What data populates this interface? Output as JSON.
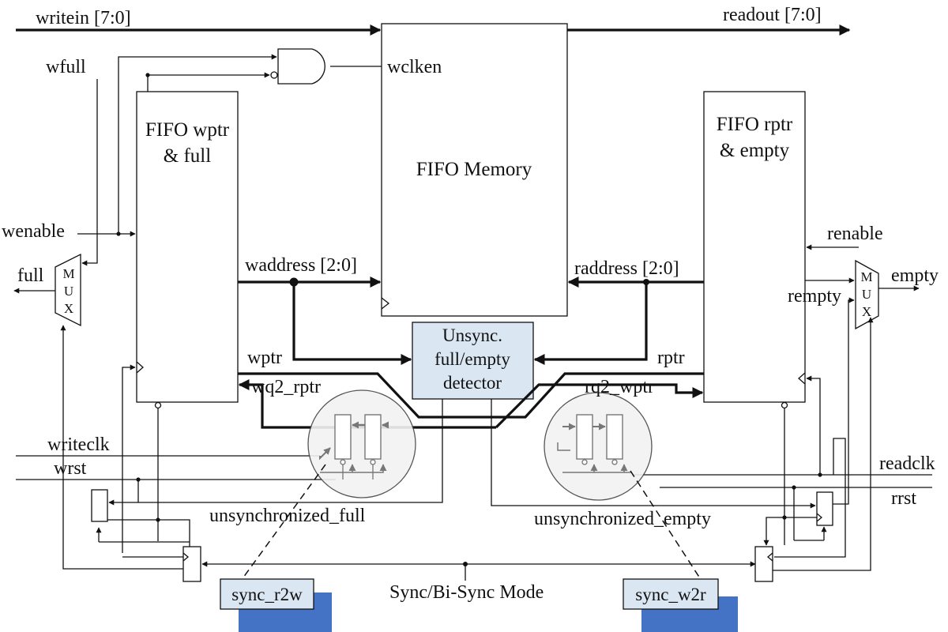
{
  "signals": {
    "writein": "writein [7:0]",
    "readout": "readout [7:0]",
    "wfull": "wfull",
    "wclken": "wclken",
    "wenable": "wenable",
    "full": "full",
    "waddress": "waddress [2:0]",
    "raddress": "raddress [2:0]",
    "wptr": "wptr",
    "wq2_rptr": "wq2_rptr",
    "rptr": "rptr",
    "rq2_wptr": "rq2_wptr",
    "renable": "renable",
    "empty": "empty",
    "rempty": "rempty",
    "writeclk": "writeclk",
    "wrst": "wrst",
    "readclk": "readclk",
    "rrst": "rrst",
    "unsync_full": "unsynchronized_full",
    "unsync_empty": "unsynchronized_empty",
    "mode": "Sync/Bi-Sync Mode"
  },
  "blocks": {
    "memory": "FIFO Memory",
    "wptr_full": [
      "FIFO wptr",
      "& full"
    ],
    "rptr_empty": [
      "FIFO rptr",
      "& empty"
    ],
    "detector": [
      "Unsync.",
      "full/empty",
      "detector"
    ],
    "mux_left": [
      "M",
      "U",
      "X"
    ],
    "mux_right": [
      "M",
      "U",
      "X"
    ]
  },
  "sync_labels": {
    "r2w": "sync_r2w",
    "w2r": "sync_w2r"
  },
  "colors": {
    "detector_fill": "#dbe6f3",
    "sync_label_fill": "#dbe6f3",
    "sync_shadow": "#4472c4",
    "zoom_circle_fill": "#f2f2f2",
    "gray_stroke": "#777777"
  }
}
